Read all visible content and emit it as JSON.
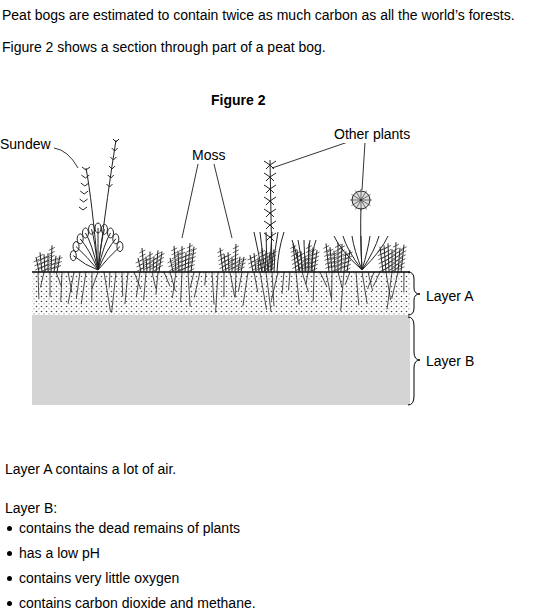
{
  "diagram": {
    "title": "Figure 2",
    "labels": [
      "Peat bogs are estimated to contain twice as much carbon as all the world’s forests.",
      "Figure 2 shows a section through part of a peat bog.",
      "Sundew",
      "Moss",
      "Other plants",
      "Layer A",
      "Layer B",
      "Layer A contains a lot of air.",
      "Layer B:",
      "contains the dead remains of plants",
      "has a low pH",
      "contains very little oxygen",
      "contains carbon dioxide and methane."
    ]
  }
}
